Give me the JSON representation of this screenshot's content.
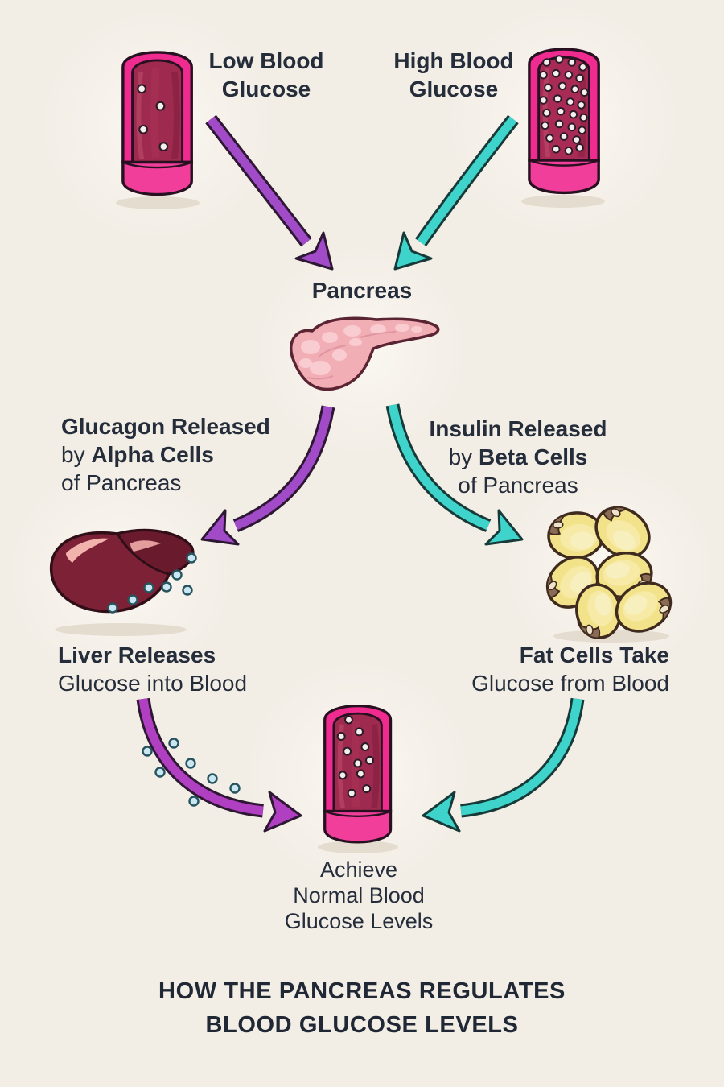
{
  "title": {
    "line1": "HOW THE PANCREAS REGULATES",
    "line2": "BLOOD GLUCOSE LEVELS"
  },
  "nodes": {
    "low_glucose": {
      "line1": "Low Blood",
      "line2": "Glucose"
    },
    "high_glucose": {
      "line1": "High Blood",
      "line2": "Glucose"
    },
    "pancreas": {
      "label": "Pancreas"
    },
    "glucagon": {
      "line1": "Glucagon Released",
      "line2_prefix": "by ",
      "line2_bold": "Alpha Cells",
      "line3": "of Pancreas"
    },
    "insulin": {
      "line1": "Insulin Released",
      "line2_prefix": "by ",
      "line2_bold": "Beta Cells",
      "line3": "of Pancreas"
    },
    "liver": {
      "line1": "Liver Releases",
      "line2": "Glucose into Blood"
    },
    "fat_cells": {
      "line1": "Fat Cells Take",
      "line2": "Glucose from Blood"
    },
    "outcome": {
      "line1": "Achieve",
      "line2": "Normal Blood",
      "line3": "Glucose Levels"
    }
  },
  "palette": {
    "background": "#F2EDE5",
    "text": "#252D3B",
    "arrow_purple": "#A24BC8",
    "arrow_teal": "#3ED4CB",
    "vessel_wall_pink": "#EF2B90",
    "vessel_lumen_red": "#9E2A4F",
    "glucose_dot_white": "#F5EFEC",
    "released_glucose_dot_blue": "#C8E7F0",
    "liver_maroon": "#7D2136",
    "fat_cell_yellow": "#F2E289",
    "pancreas_pink": "#F2AEB5"
  }
}
